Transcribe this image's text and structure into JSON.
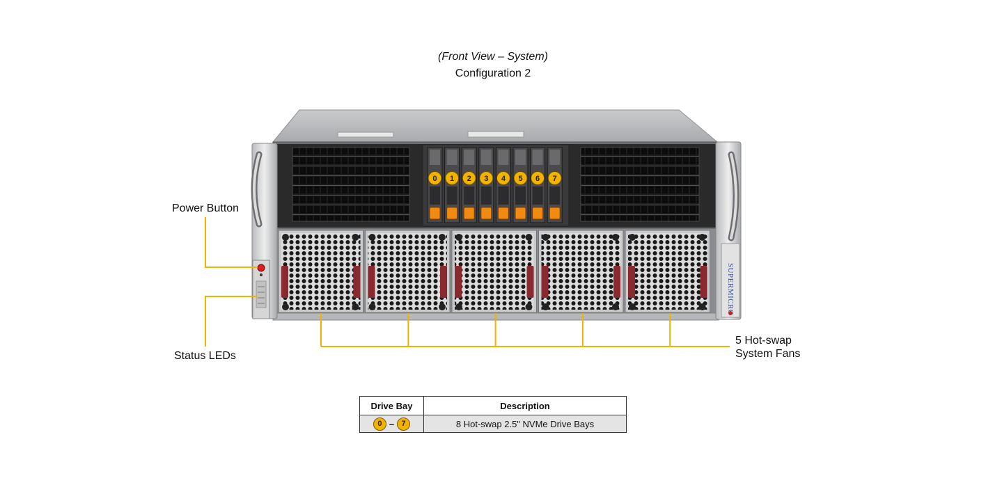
{
  "header": {
    "view": "(Front View – System)",
    "configuration": "Configuration 2"
  },
  "callouts": {
    "power_button": "Power Button",
    "status_leds": "Status LEDs",
    "fans_line1": "5 Hot-swap",
    "fans_line2": "System Fans"
  },
  "drive_bays": [
    "0",
    "1",
    "2",
    "3",
    "4",
    "5",
    "6",
    "7"
  ],
  "fan_count": 5,
  "brand": "SUPERMICRO",
  "legend": {
    "headers": [
      "Drive Bay",
      "Description"
    ],
    "row": {
      "from": "0",
      "sep": "–",
      "to": "7",
      "description": "8 Hot-swap 2.5\" NVMe Drive Bays"
    }
  },
  "colors": {
    "callout_line": "#f2b200",
    "badge": "#f2b200",
    "drive_latch": "#f08a10",
    "fan_handle": "#8a2a30"
  }
}
